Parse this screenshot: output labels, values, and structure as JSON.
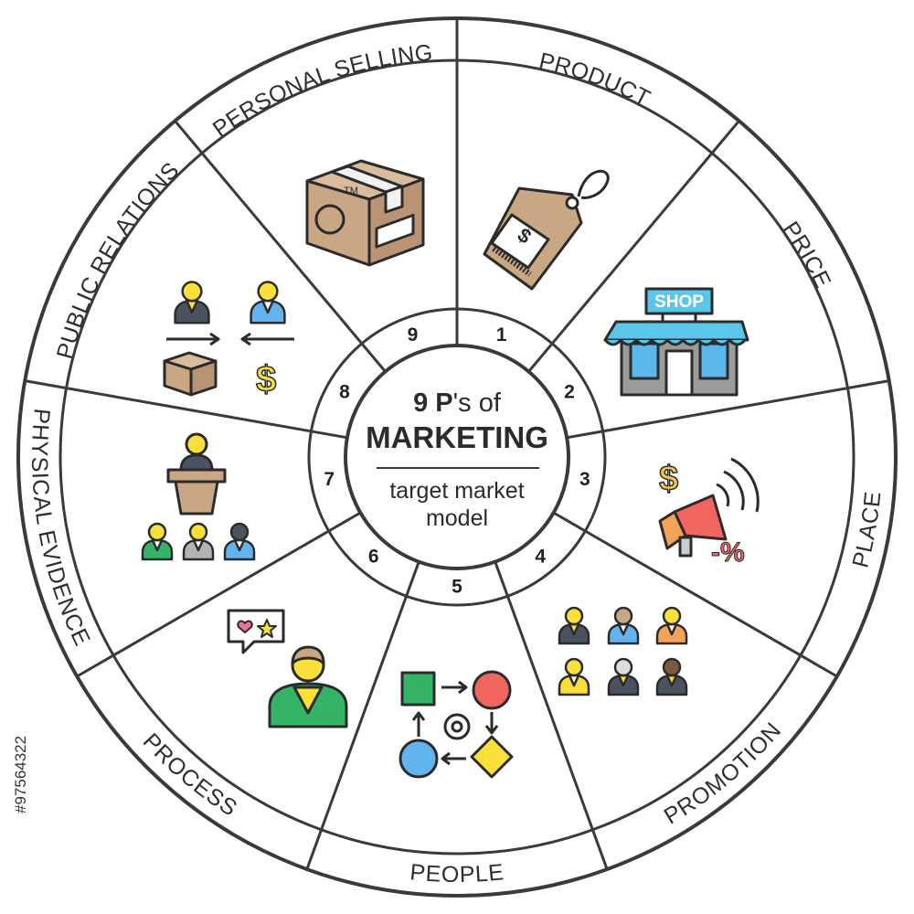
{
  "center": {
    "title_number": "9 P",
    "title_suffix": "'s of",
    "title_main": "MARKETING",
    "subtitle_line1": "target market",
    "subtitle_line2": "model"
  },
  "segments": [
    {
      "number": "1",
      "label": "PRODUCT",
      "icon": "box-icon"
    },
    {
      "number": "2",
      "label": "PRICE",
      "icon": "price-tag-icon"
    },
    {
      "number": "3",
      "label": "PLACE",
      "icon": "shop-icon"
    },
    {
      "number": "4",
      "label": "PROMOTION",
      "icon": "megaphone-icon"
    },
    {
      "number": "5",
      "label": "PEOPLE",
      "icon": "people-group-icon"
    },
    {
      "number": "6",
      "label": "PROCESS",
      "icon": "process-flow-icon"
    },
    {
      "number": "7",
      "label": "PHYSICAL EVIDENCE",
      "icon": "feedback-person-icon"
    },
    {
      "number": "8",
      "label": "PUBLIC  RELATIONS",
      "icon": "speaker-audience-icon"
    },
    {
      "number": "9",
      "label": "PERSONAL SELLING",
      "icon": "personal-selling-icon"
    }
  ],
  "icons": {
    "shop_sign": "SHOP",
    "tag_symbol": "$",
    "tag_tm": "TM",
    "promo_dollar": "$",
    "promo_discount": "-%",
    "selling_dollar": "$"
  },
  "colors": {
    "line": "#3a3a3a",
    "box": "#c9a684",
    "awning": "#5bc6e8",
    "shop_window": "#5bb6ea",
    "green": "#35b468",
    "red": "#f0655f",
    "yellow": "#f9df3a",
    "blue": "#62b3ee",
    "orange": "#f3a25a",
    "gray": "#b3b3b3",
    "dark_suit": "#4b5260"
  },
  "stock_id": "#97564322"
}
